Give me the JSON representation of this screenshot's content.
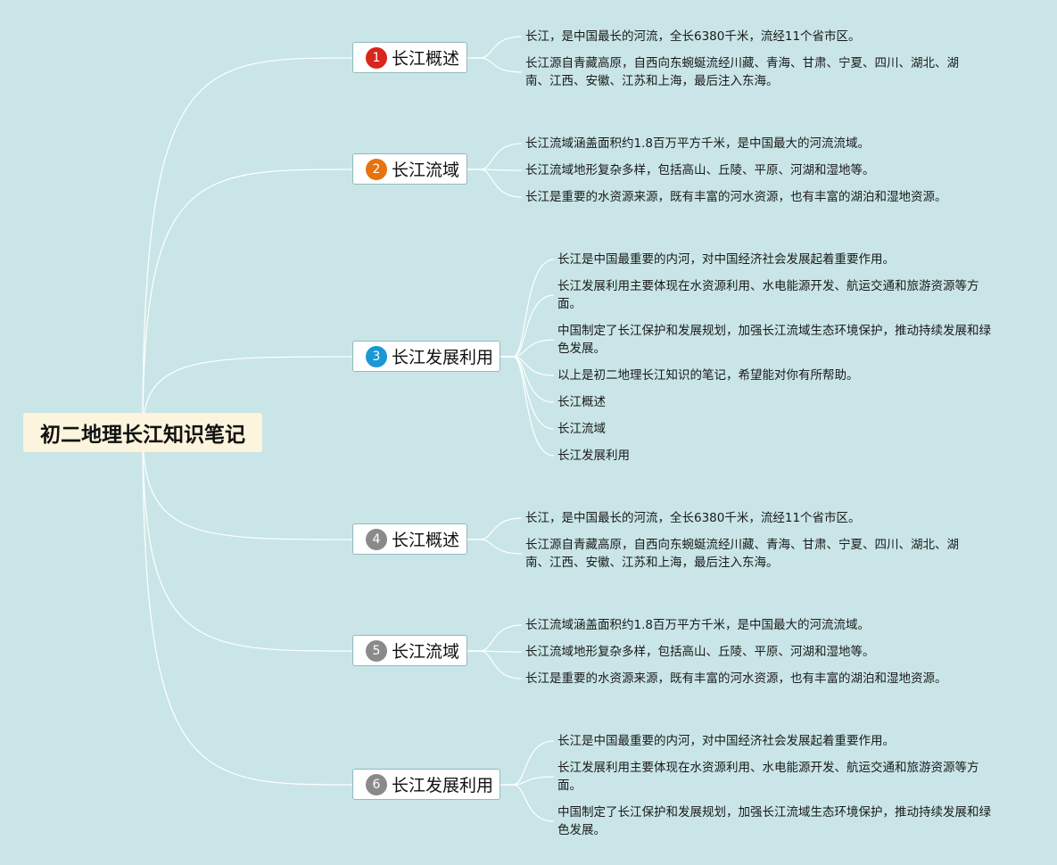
{
  "root": {
    "label": "初二地理长江知识笔记"
  },
  "colors": {
    "background": "#c9e5e7",
    "root_fill": "#fcf4dc",
    "line": "#ffffff",
    "node_border": "#93b9bd"
  },
  "branches": [
    {
      "number": "1",
      "color": "#d8251d",
      "label": "长江概述",
      "leaves": [
        "长江，是中国最长的河流，全长6380千米，流经11个省市区。",
        "长江源自青藏高原，自西向东蜿蜒流经川藏、青海、甘肃、宁夏、四川、湖北、湖南、江西、安徽、江苏和上海，最后注入东海。"
      ]
    },
    {
      "number": "2",
      "color": "#e8720c",
      "label": "长江流域",
      "leaves": [
        "长江流域涵盖面积约1.8百万平方千米，是中国最大的河流流域。",
        "长江流域地形复杂多样，包括高山、丘陵、平原、河湖和湿地等。",
        "长江是重要的水资源来源，既有丰富的河水资源，也有丰富的湖泊和湿地资源。"
      ]
    },
    {
      "number": "3",
      "color": "#1a97d5",
      "label": "长江发展利用",
      "leaves": [
        "长江是中国最重要的内河，对中国经济社会发展起着重要作用。",
        "长江发展利用主要体现在水资源利用、水电能源开发、航运交通和旅游资源等方面。",
        "中国制定了长江保护和发展规划，加强长江流域生态环境保护，推动持续发展和绿色发展。",
        "以上是初二地理长江知识的笔记，希望能对你有所帮助。",
        "长江概述",
        "长江流域",
        "长江发展利用"
      ]
    },
    {
      "number": "4",
      "color": "#8a8a8a",
      "label": "长江概述",
      "leaves": [
        "长江，是中国最长的河流，全长6380千米，流经11个省市区。",
        "长江源自青藏高原，自西向东蜿蜒流经川藏、青海、甘肃、宁夏、四川、湖北、湖南、江西、安徽、江苏和上海，最后注入东海。"
      ]
    },
    {
      "number": "5",
      "color": "#8a8a8a",
      "label": "长江流域",
      "leaves": [
        "长江流域涵盖面积约1.8百万平方千米，是中国最大的河流流域。",
        "长江流域地形复杂多样，包括高山、丘陵、平原、河湖和湿地等。",
        "长江是重要的水资源来源，既有丰富的河水资源，也有丰富的湖泊和湿地资源。"
      ]
    },
    {
      "number": "6",
      "color": "#8a8a8a",
      "label": "长江发展利用",
      "leaves": [
        "长江是中国最重要的内河，对中国经济社会发展起着重要作用。",
        "长江发展利用主要体现在水资源利用、水电能源开发、航运交通和旅游资源等方面。",
        "中国制定了长江保护和发展规划，加强长江流域生态环境保护，推动持续发展和绿色发展。"
      ]
    }
  ]
}
